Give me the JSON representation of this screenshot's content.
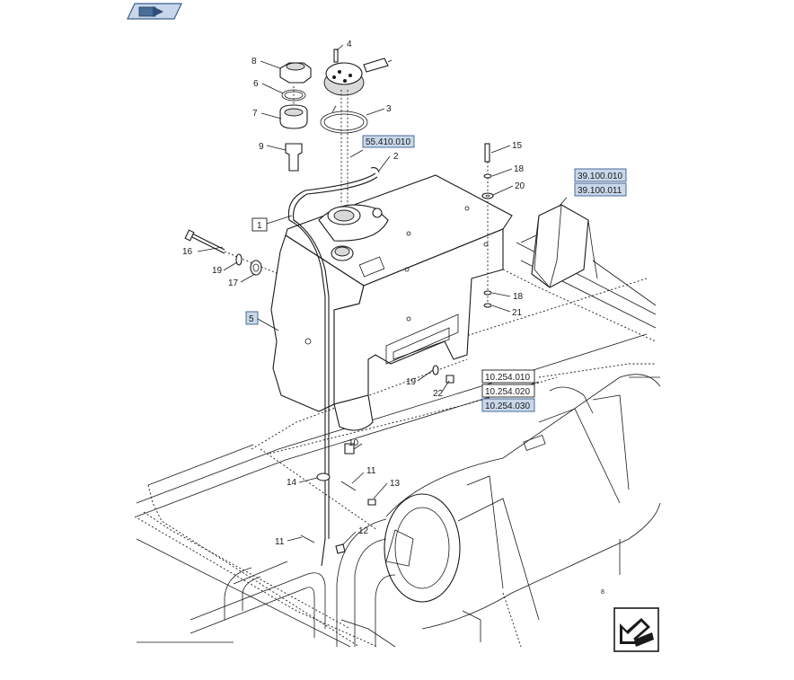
{
  "nav": {
    "top_button_icon": "book-arrow-icon",
    "bottom_button_icon": "arrow-down-left-icon"
  },
  "colors": {
    "link_fill": "#c8d8ea",
    "link_border": "#3a5f8f",
    "line": "#1a1a1a"
  },
  "references": {
    "r55410010": "55.410.010",
    "r39100010": "39.100.010",
    "r39100011": "39.100.011",
    "r10254010": "10.254.010",
    "r10254020": "10.254.020",
    "r10254030": "10.254.030"
  },
  "assembly_boxes": {
    "box1": "1",
    "box5": "5"
  },
  "callouts": {
    "c2": "2",
    "c3": "3",
    "c4": "4",
    "c6": "6",
    "c7": "7",
    "c8": "8",
    "c9": "9",
    "c10": "10",
    "c11a": "11",
    "c11b": "11",
    "c12": "12",
    "c13": "13",
    "c14": "14",
    "c15": "15",
    "c16": "16",
    "c17": "17",
    "c18a": "18",
    "c18b": "18",
    "c19a": "19",
    "c19b": "19",
    "c20": "20",
    "c21": "21",
    "c22": "22"
  },
  "small_mark": "8"
}
